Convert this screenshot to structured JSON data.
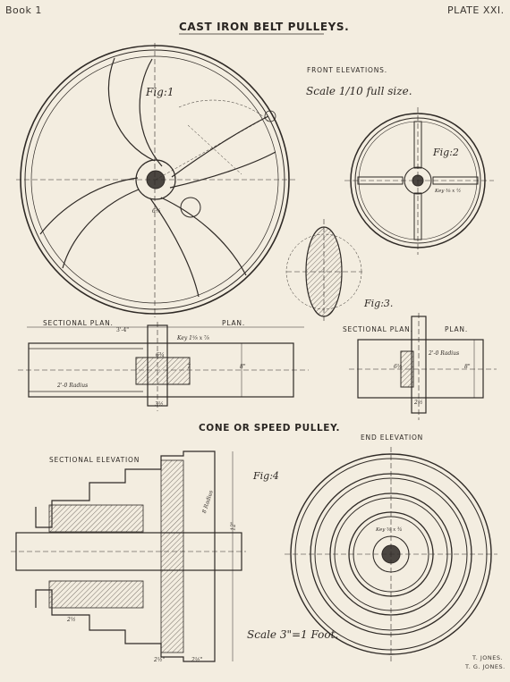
{
  "header": {
    "book": "Book 1",
    "plate": "PLATE XXI."
  },
  "titles": {
    "main": "CAST IRON BELT PULLEYS.",
    "cone": "CONE OR SPEED PULLEY."
  },
  "labels": {
    "front_elevations": "FRONT ELEVATIONS.",
    "scale1": "Scale 1/10 full size.",
    "fig1": "Fig:1",
    "fig2": "Fig:2",
    "fig3": "Fig:3.",
    "fig4": "Fig:4",
    "sectional_plan_left": "SECTIONAL PLAN.",
    "plan_left": "PLAN.",
    "sectional_plan_right": "SECTIONAL PLAN.",
    "plan_right": "PLAN.",
    "sectional_elevation": "SECTIONAL ELEVATION",
    "end_elevation": "END ELEVATION",
    "scale2": "Scale 3\"=1 Foot."
  },
  "dims": {
    "d1": "3'-4\"",
    "d2": "Key 1⅝ x ⅞",
    "d3": "6¾",
    "d4": "7",
    "d5": "8\"",
    "d6": "2'-0 Radius",
    "d7": "3½",
    "d8": "2'-0 Radius",
    "d9": "6½",
    "d10": "8\"",
    "d11": "2½",
    "d12": "8 Radius",
    "d13": "12\"",
    "d14": "2½\"",
    "d15": "2½\"",
    "d16": "Key ⅝ x ¾",
    "d17": "2½",
    "d18": "6¾",
    "d19": "Key ⅜ x ½"
  },
  "credits": {
    "line1": "T. JONES.",
    "line2": "T. G. JONES."
  }
}
